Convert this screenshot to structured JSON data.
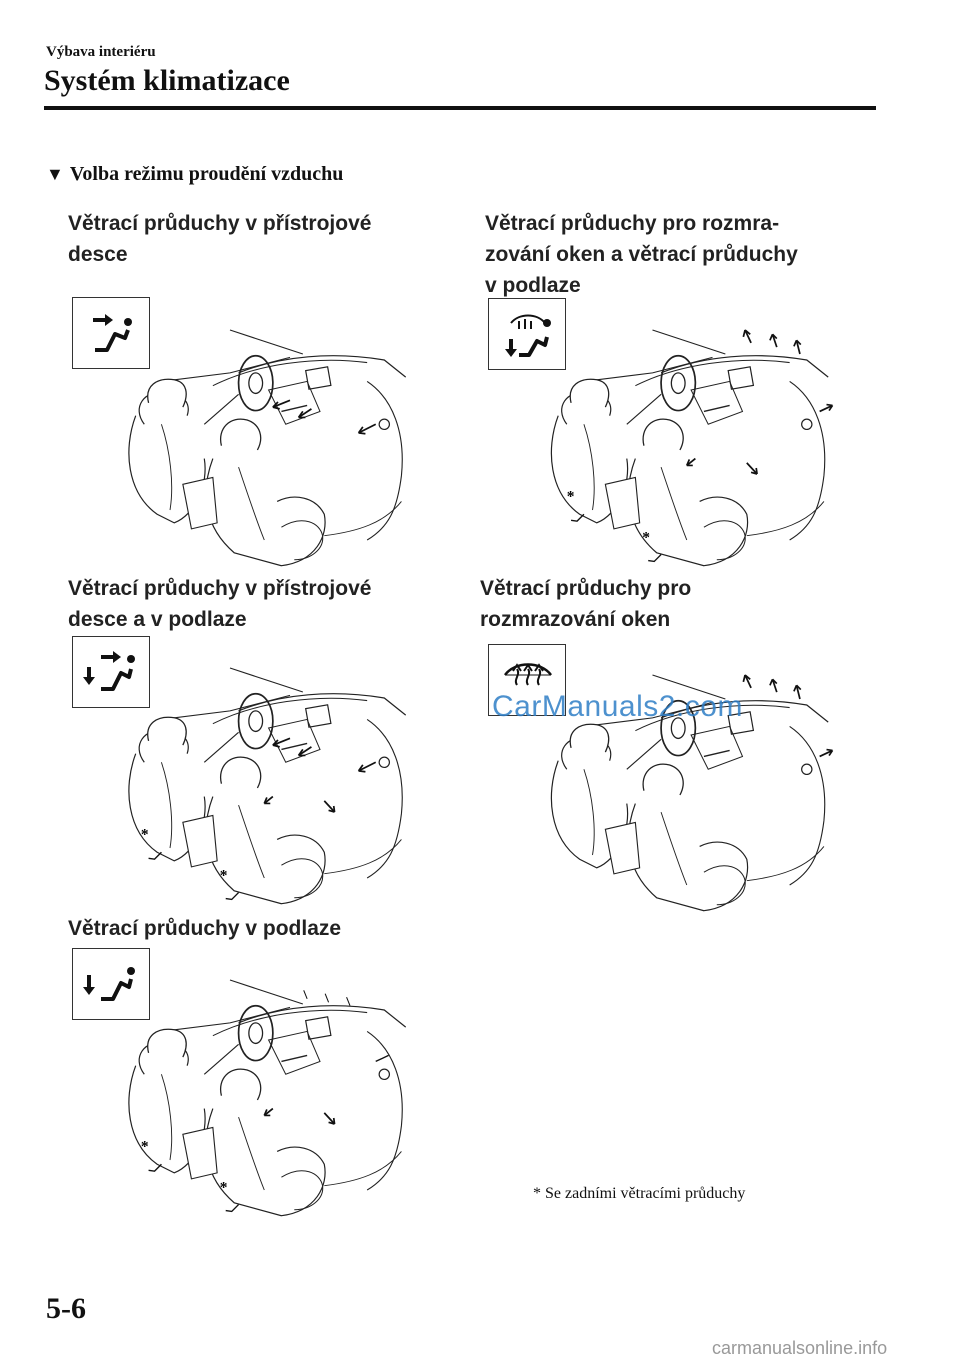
{
  "header": {
    "section": "Výbava interiéru",
    "title": "Systém klimatizace"
  },
  "main": {
    "heading": "Volba režimu proudění vzduchu",
    "modes": [
      {
        "caption_lines": [
          "Větrací průduchy v přístrojové",
          "desce"
        ],
        "icon": "dashboard-vent-icon"
      },
      {
        "caption_lines": [
          "Větrací průduchy pro rozmra-",
          "zování oken a větrací průduchy",
          "v podlaze"
        ],
        "icon": "defrost-floor-vent-icon"
      },
      {
        "caption_lines": [
          "Větrací průduchy v přístrojové",
          "desce a v podlaze"
        ],
        "icon": "dashboard-floor-vent-icon"
      },
      {
        "caption_lines": [
          "Větrací průduchy pro",
          "rozmrazování oken"
        ],
        "icon": "defrost-vent-icon"
      },
      {
        "caption_lines": [
          "Větrací průduchy v podlaze"
        ],
        "icon": "floor-vent-icon"
      }
    ],
    "asterisk": "*",
    "note": "* Se zadními větracími průduchy"
  },
  "watermark": "CarManuals2.com",
  "footer": {
    "page": "5-6",
    "url": "carmanualsonline.info"
  }
}
